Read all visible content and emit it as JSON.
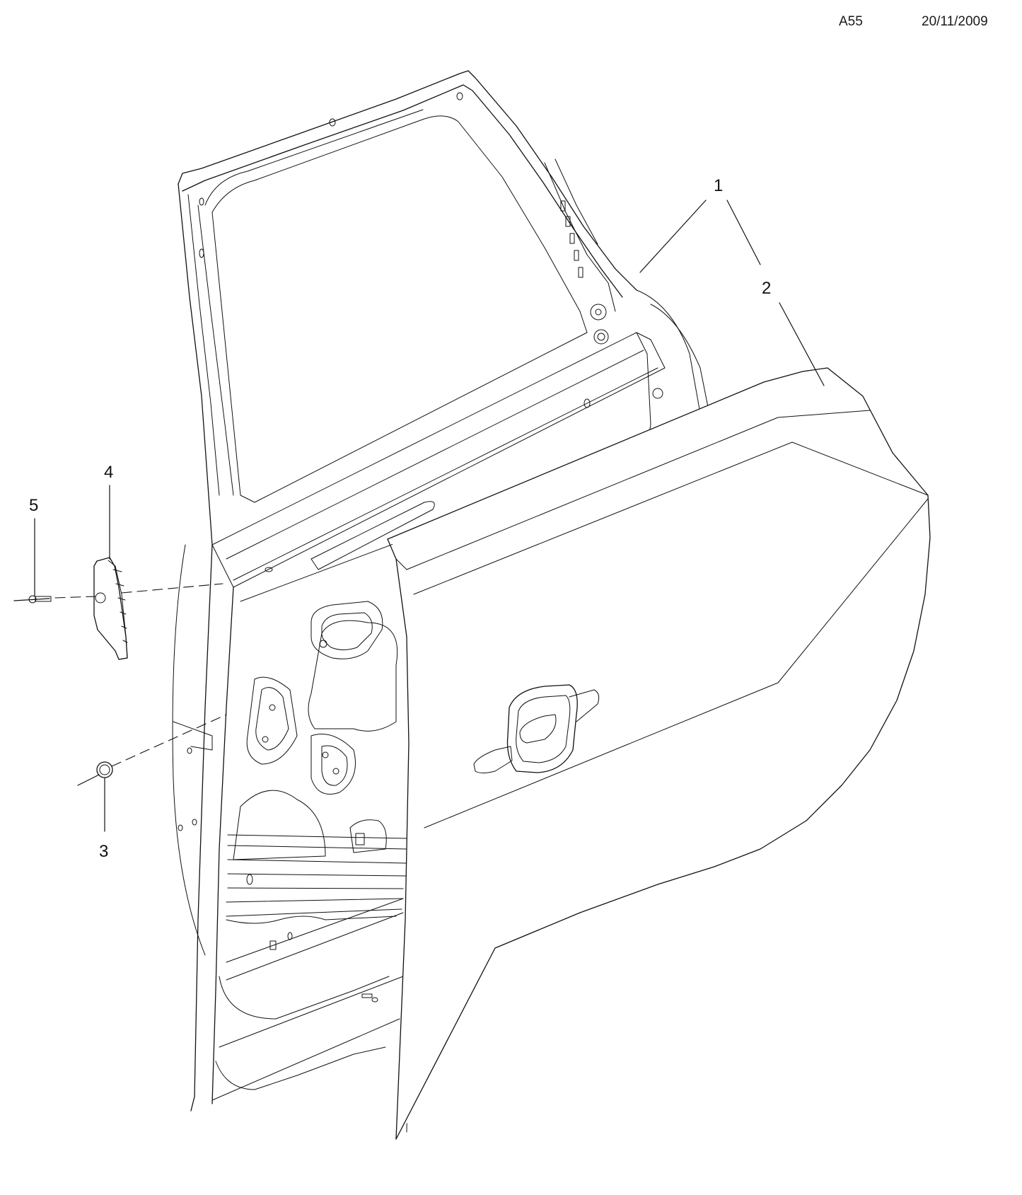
{
  "header": {
    "sheet_code": "A55",
    "date": "20/11/2009"
  },
  "diagram": {
    "subject": "rear door assembly exploded view",
    "callouts": [
      {
        "id": "1",
        "label": "1",
        "part": "door frame / inner panel"
      },
      {
        "id": "2",
        "label": "2",
        "part": "door outer skin panel"
      },
      {
        "id": "3",
        "label": "3",
        "part": "grommet / plug"
      },
      {
        "id": "4",
        "label": "4",
        "part": "trim pad / bumper block"
      },
      {
        "id": "5",
        "label": "5",
        "part": "push-in fastener / rivet"
      }
    ]
  }
}
